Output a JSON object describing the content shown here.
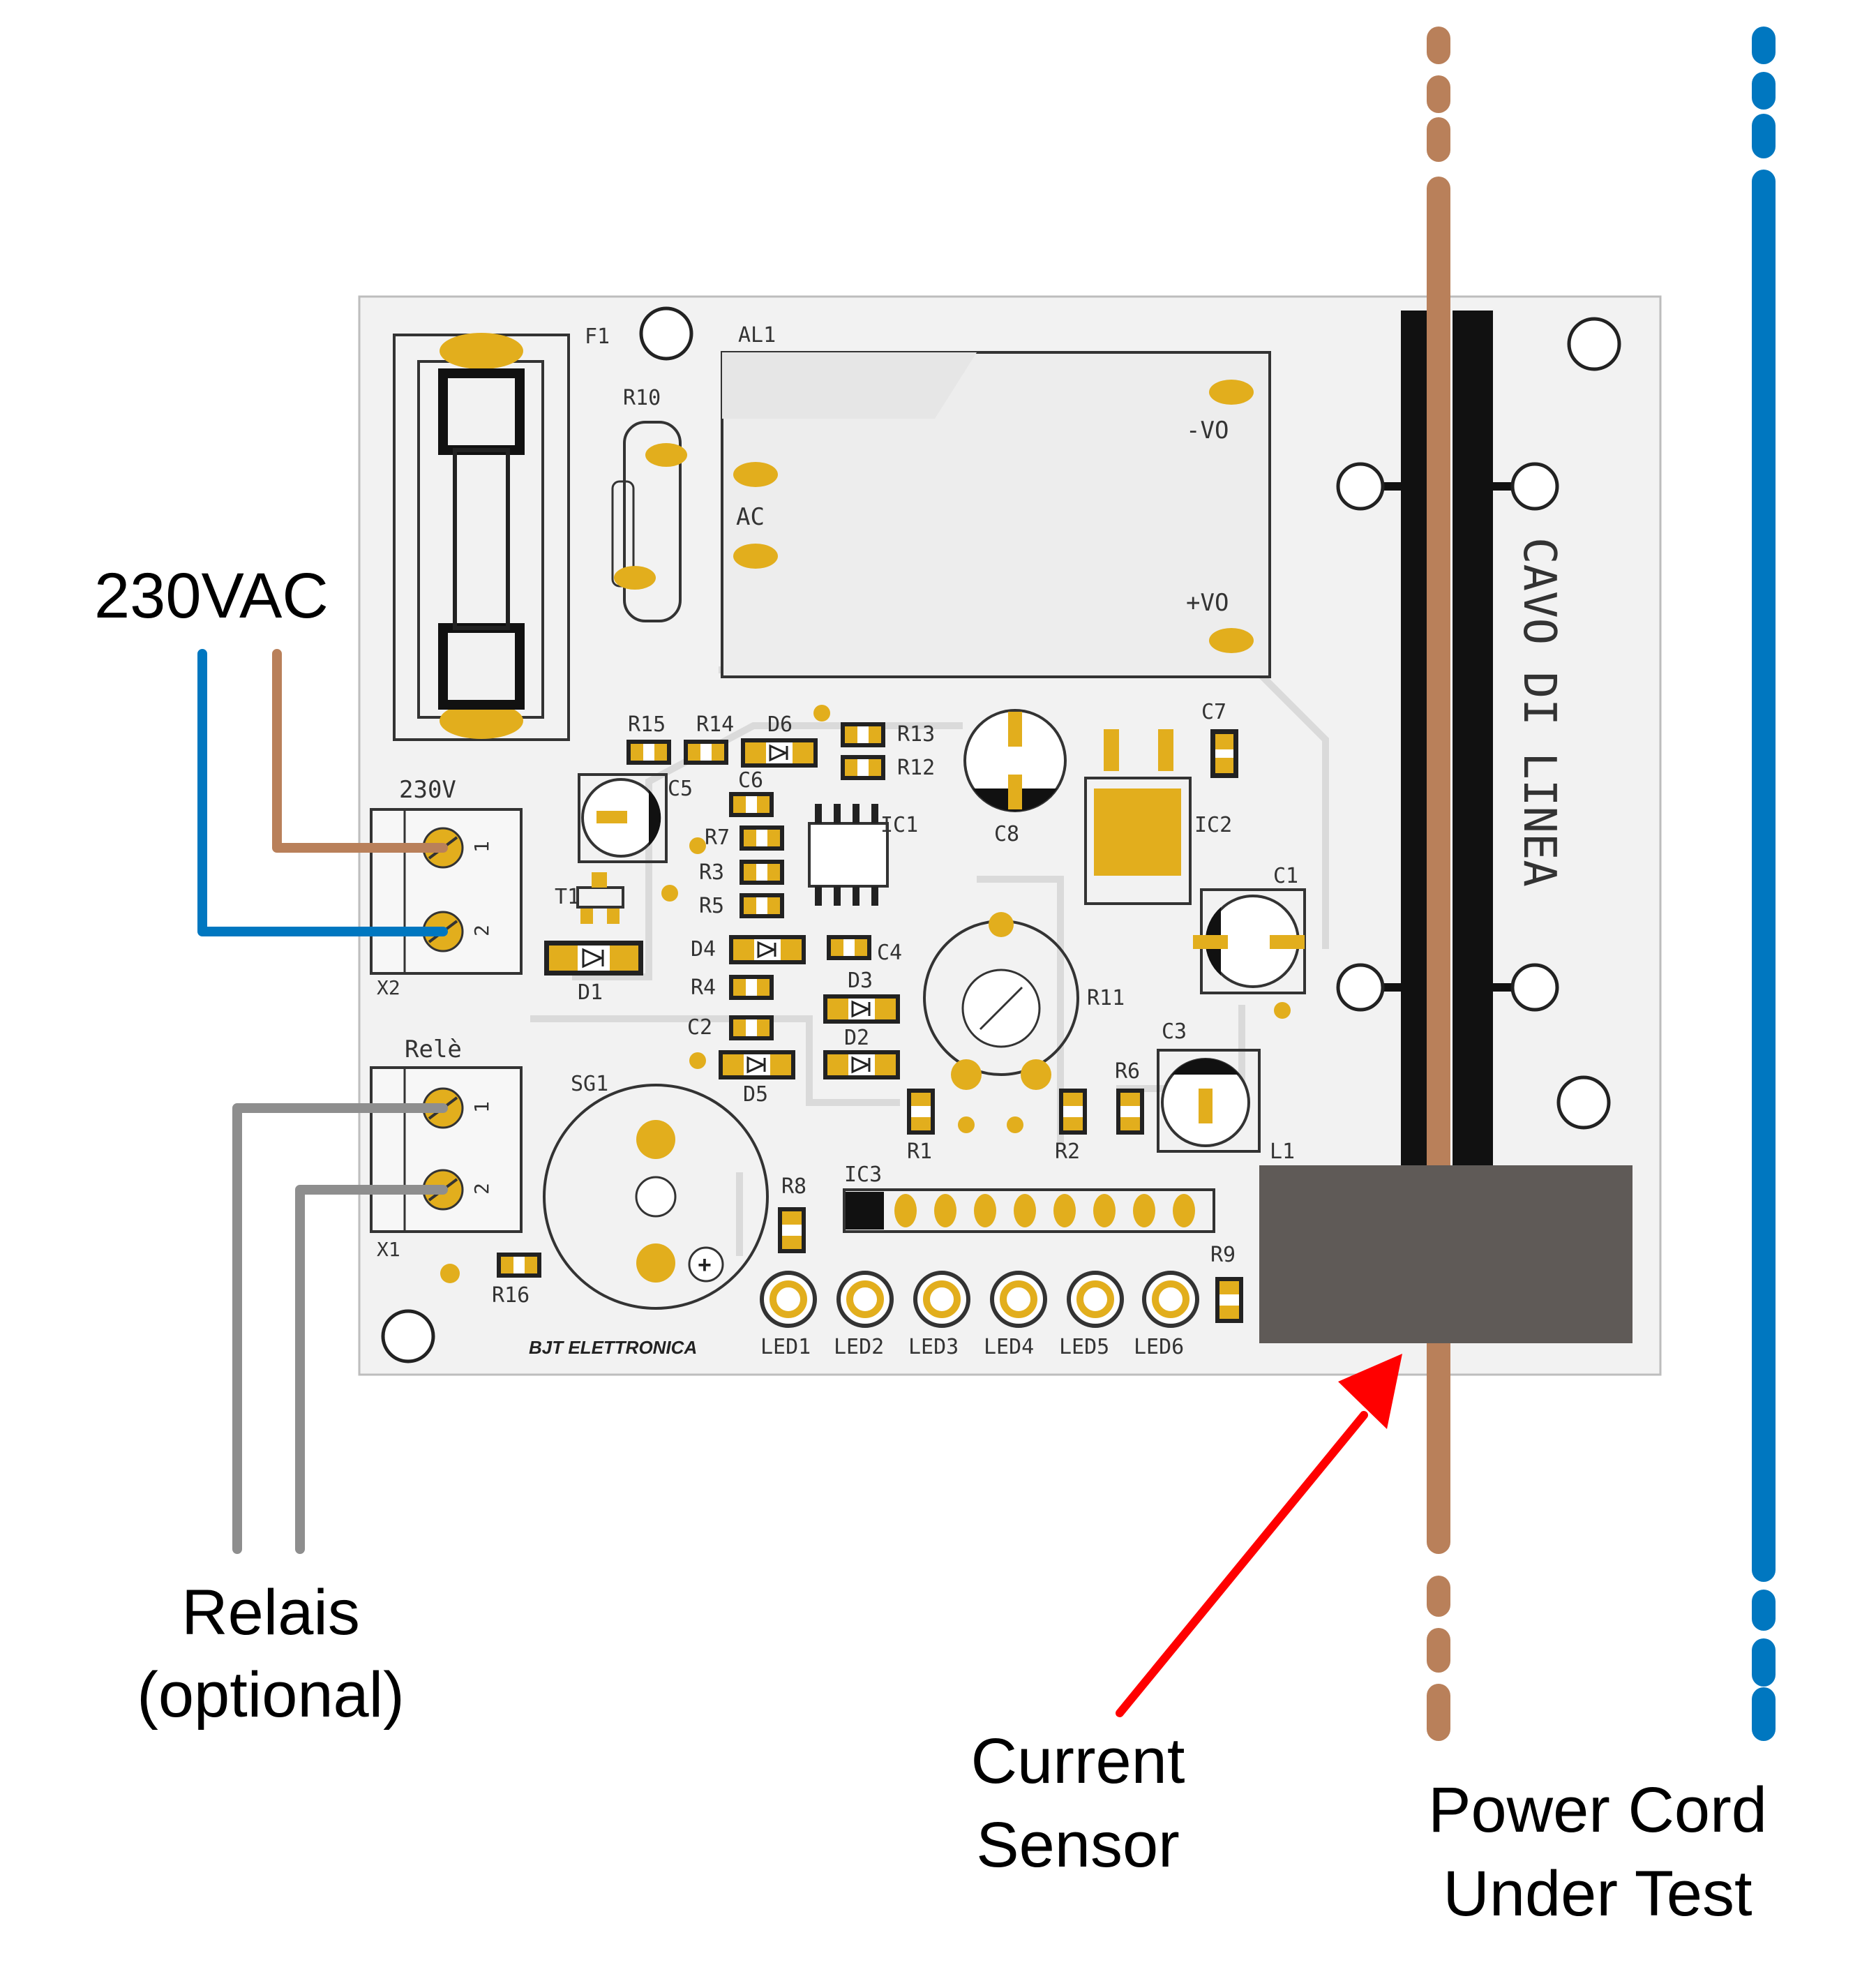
{
  "callouts": {
    "mains": "230VAC",
    "relay_line1": "Relais",
    "relay_line2": "(optional)",
    "sensor_line1": "Current",
    "sensor_line2": "Sensor",
    "cord_line1": "Power Cord",
    "cord_line2": "Under Test"
  },
  "board": {
    "vertical_label": "CAVO DI LINEA",
    "brand": "BJT ELETTRONICA",
    "fuse": "F1",
    "module": "AL1",
    "module_ac": "AC",
    "module_neg": "-VO",
    "module_pos": "+VO",
    "terminal_230_label": "230V",
    "terminal_230_id": "X2",
    "terminal_relay_label": "Relè",
    "terminal_relay_id": "X1",
    "pin1": "1",
    "pin2": "2",
    "buzzer": "SG1",
    "ic1": "IC1",
    "ic2": "IC2",
    "ic3": "IC3",
    "trimmer": "R11",
    "inductor": "L1",
    "transistor": "T1",
    "resistors": [
      "R1",
      "R2",
      "R3",
      "R4",
      "R5",
      "R6",
      "R7",
      "R8",
      "R9",
      "R10",
      "R12",
      "R13",
      "R14",
      "R15",
      "R16"
    ],
    "capacitors": [
      "C1",
      "C2",
      "C3",
      "C4",
      "C5",
      "C6",
      "C7",
      "C8"
    ],
    "diodes": [
      "D1",
      "D2",
      "D3",
      "D4",
      "D5",
      "D6"
    ],
    "leds": [
      "LED1",
      "LED2",
      "LED3",
      "LED4",
      "LED5",
      "LED6"
    ]
  },
  "colors": {
    "brown_wire": "#B9805A",
    "blue_wire": "#0077C0",
    "grey_wire": "#8E8E8E",
    "pad_gold": "#E2AE1D",
    "board": "#F2F2F2",
    "sensor": "#5F5A57",
    "arrow": "#FF0000"
  }
}
